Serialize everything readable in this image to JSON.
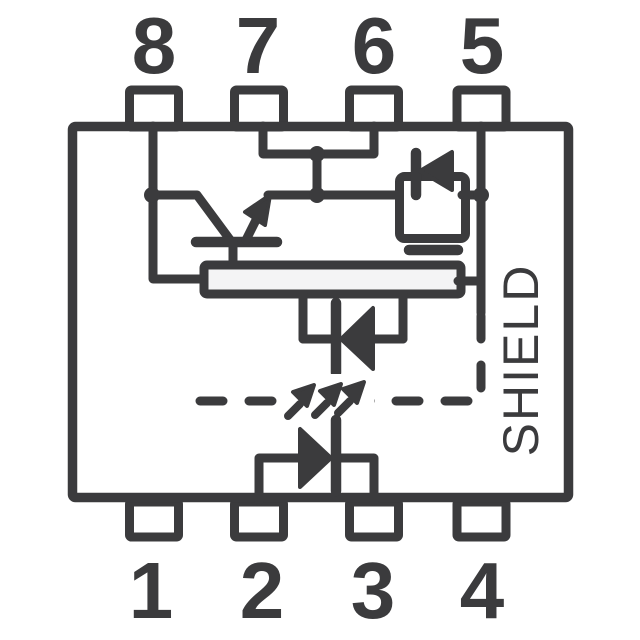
{
  "pins": {
    "top": [
      "8",
      "7",
      "6",
      "5"
    ],
    "bottom": [
      "1",
      "2",
      "3",
      "4"
    ]
  },
  "labels": {
    "shield": "SHIELD"
  },
  "colors": {
    "line": "#3b3b3d",
    "background": "#ffffff",
    "component_fill": "#f4f4f5"
  }
}
